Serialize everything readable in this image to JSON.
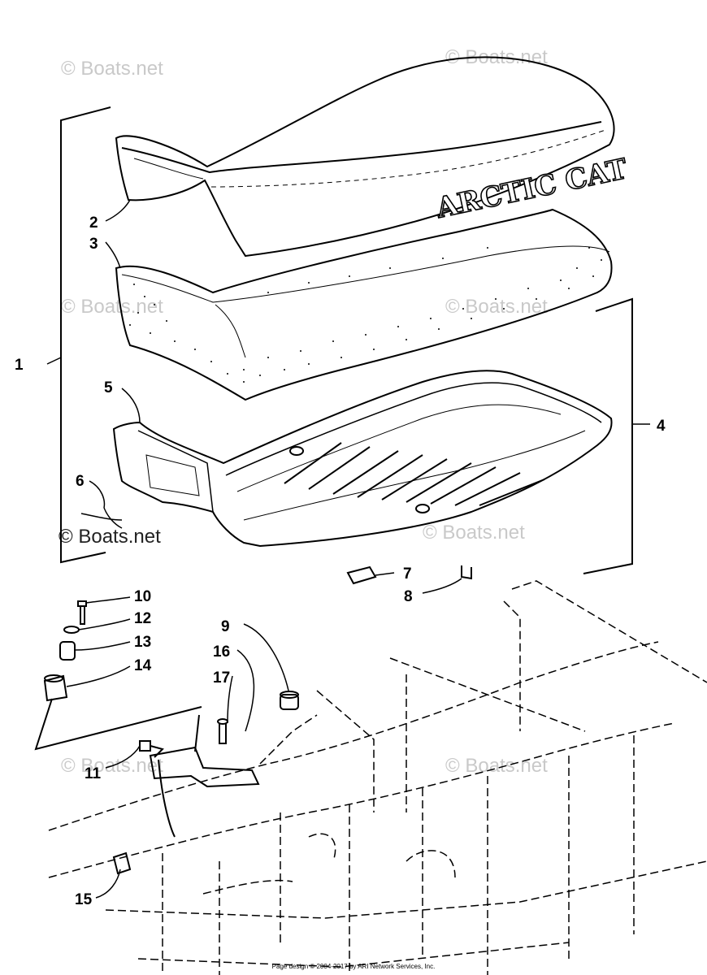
{
  "diagram": {
    "brand_logo": "ARCTIC CAT",
    "callouts": [
      "1",
      "2",
      "3",
      "4",
      "5",
      "6",
      "7",
      "8",
      "9",
      "10",
      "11",
      "12",
      "13",
      "14",
      "15",
      "16",
      "17"
    ],
    "watermark": "© Boats.net",
    "watermark_bold": "© Boats.net"
  },
  "footer": {
    "copyright": "Page design © 2004-2017 by ARI Network Services, Inc."
  }
}
